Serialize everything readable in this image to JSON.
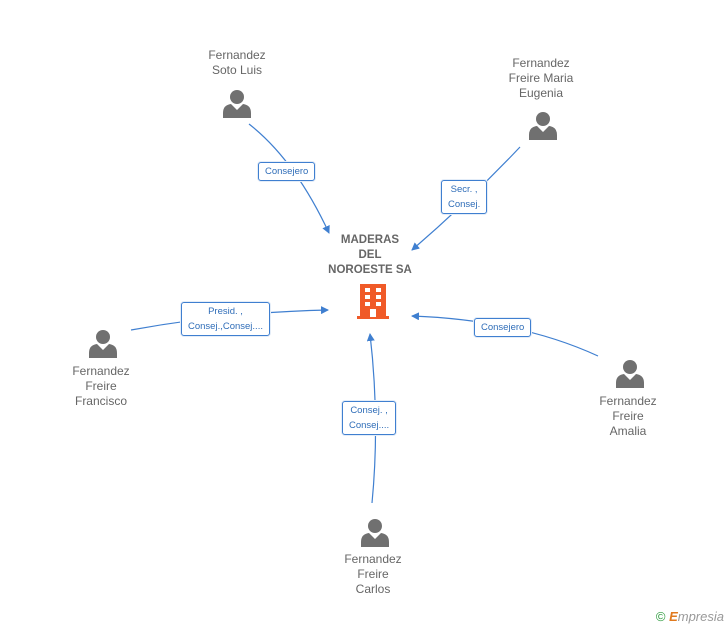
{
  "company": {
    "name_lines": [
      "MADERAS",
      "DEL",
      "NOROESTE SA"
    ]
  },
  "colors": {
    "edge": "#3f7fd0",
    "person": "#707070",
    "company": "#f05a28",
    "label_text": "#2f6db8"
  },
  "people": [
    {
      "id": "soto",
      "name_lines": [
        "Fernandez",
        "Soto Luis"
      ],
      "role_lines": [
        "Consejero"
      ]
    },
    {
      "id": "maria",
      "name_lines": [
        "Fernandez",
        "Freire Maria",
        "Eugenia"
      ],
      "role_lines": [
        "Secr. ,",
        "Consej."
      ]
    },
    {
      "id": "francisco",
      "name_lines": [
        "Fernandez",
        "Freire",
        "Francisco"
      ],
      "role_lines": [
        "Presid. ,",
        "Consej.,Consej...."
      ]
    },
    {
      "id": "amalia",
      "name_lines": [
        "Fernandez",
        "Freire",
        "Amalia"
      ],
      "role_lines": [
        "Consejero"
      ]
    },
    {
      "id": "carlos",
      "name_lines": [
        "Fernandez",
        "Freire",
        "Carlos"
      ],
      "role_lines": [
        "Consej. ,",
        "Consej...."
      ]
    }
  ],
  "footer": {
    "copyright_symbol": "©",
    "brand_initial": "E",
    "brand_rest": "mpresia"
  }
}
